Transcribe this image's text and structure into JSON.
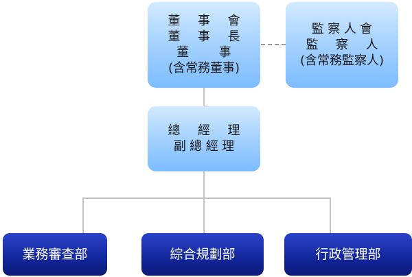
{
  "board": {
    "lines": [
      "董 事 會",
      "董 事 長",
      "董 事",
      "(含常務董事)"
    ]
  },
  "supervisors": {
    "lines": [
      "監察人會",
      "監 察 人",
      "(含常務監察人)"
    ]
  },
  "management": {
    "lines": [
      "總 經 理",
      "副總經理"
    ]
  },
  "departments": [
    {
      "label": "業務審查部"
    },
    {
      "label": "綜合規劃部"
    },
    {
      "label": "行政管理部"
    }
  ]
}
